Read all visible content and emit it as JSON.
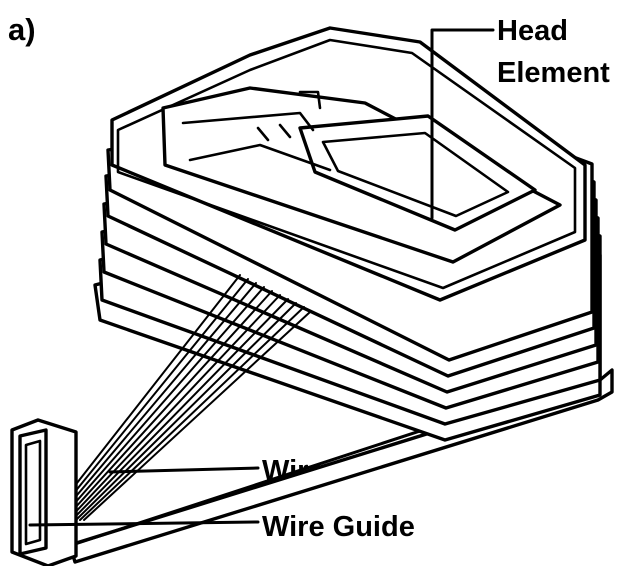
{
  "panel_label": "a)",
  "labels": {
    "head_element_line1": "Head",
    "head_element_line2": "Element",
    "wire": "Wire",
    "wire_guide": "Wire Guide"
  },
  "colors": {
    "ink": "#000000",
    "paper": "#ffffff"
  }
}
